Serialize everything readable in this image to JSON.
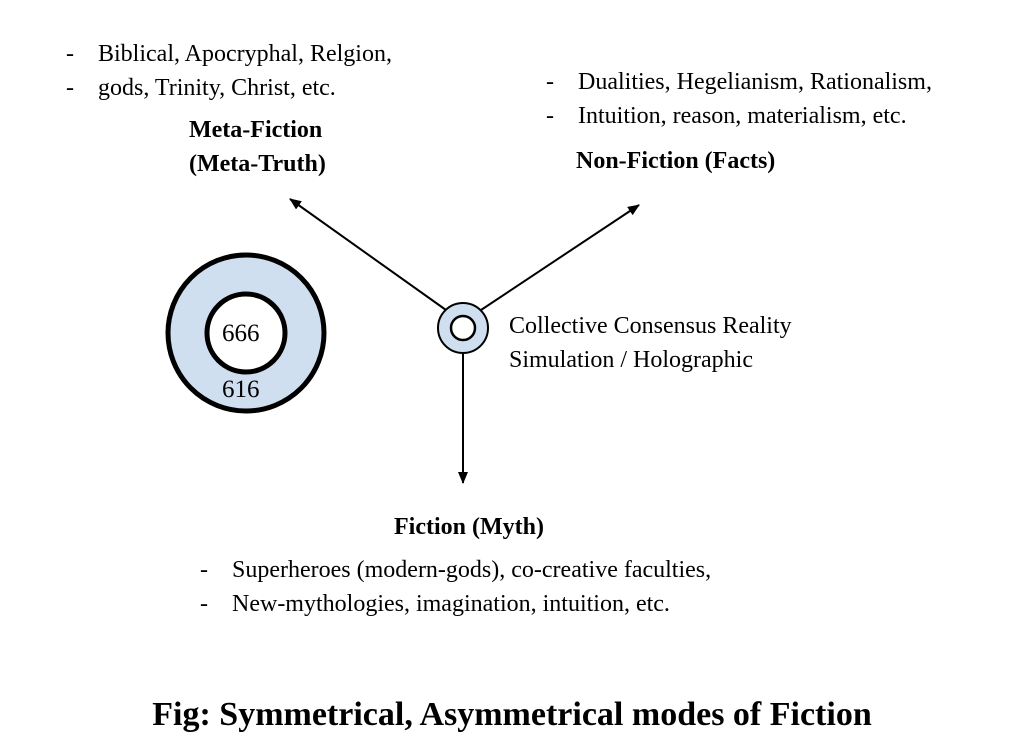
{
  "meta_fiction": {
    "heading_line1": "Meta-Fiction",
    "heading_line2": "(Meta-Truth)",
    "bullets": [
      "Biblical, Apocryphal, Relgion,",
      "gods, Trinity, Christ, etc."
    ]
  },
  "non_fiction": {
    "heading": "Non-Fiction (Facts)",
    "bullets": [
      "Dualities, Hegelianism, Rationalism,",
      "Intuition, reason, materialism, etc."
    ]
  },
  "fiction": {
    "heading": "Fiction (Myth)",
    "bullets": [
      "Superheroes (modern-gods), co-creative faculties,",
      "New-mythologies, imagination, intuition, etc."
    ]
  },
  "center": {
    "line1": "Collective Consensus Reality",
    "line2": "Simulation / Holographic"
  },
  "ring": {
    "inner_number": "666",
    "outer_number": "616",
    "fill_color": "#cfdff0"
  },
  "bullet_marker": "-",
  "caption": "Fig: Symmetrical, Asymmetrical modes of Fiction"
}
